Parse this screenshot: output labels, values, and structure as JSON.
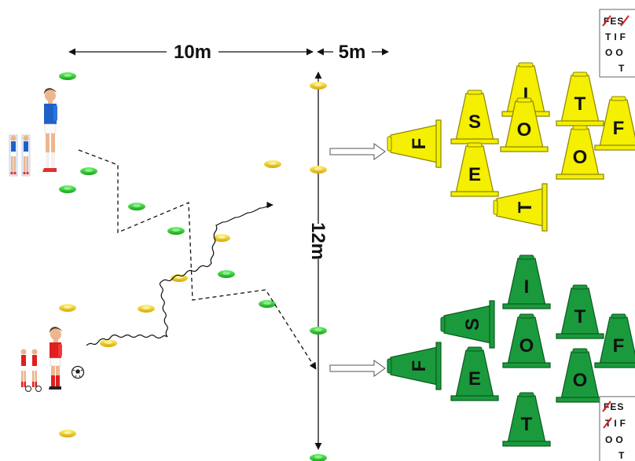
{
  "measurements": {
    "width_label": "10m",
    "offset_label": "5m",
    "height_label": "12m"
  },
  "yellow_cones": [
    {
      "letter": "F"
    },
    {
      "letter": "S"
    },
    {
      "letter": "I"
    },
    {
      "letter": "O"
    },
    {
      "letter": "T"
    },
    {
      "letter": "F"
    },
    {
      "letter": "O"
    },
    {
      "letter": "E"
    },
    {
      "letter": "T"
    }
  ],
  "green_cones": [
    {
      "letter": "F"
    },
    {
      "letter": "S"
    },
    {
      "letter": "I"
    },
    {
      "letter": "O"
    },
    {
      "letter": "T"
    },
    {
      "letter": "F"
    },
    {
      "letter": "E"
    },
    {
      "letter": "O"
    },
    {
      "letter": "T"
    }
  ],
  "top_card": {
    "rows": [
      "FES",
      "TIF",
      "OO",
      "T"
    ]
  },
  "bottom_card": {
    "rows": [
      "FES",
      "TIF",
      "OO",
      "T"
    ]
  },
  "colors": {
    "yellow_cone": "#f5ef00",
    "green_cone": "#1a9a3c",
    "blue_team": "#1e62c8",
    "red_team": "#e01f1f",
    "marker_green": "#2ec82e",
    "marker_yellow": "#e8c800",
    "strike": "#d42020"
  }
}
